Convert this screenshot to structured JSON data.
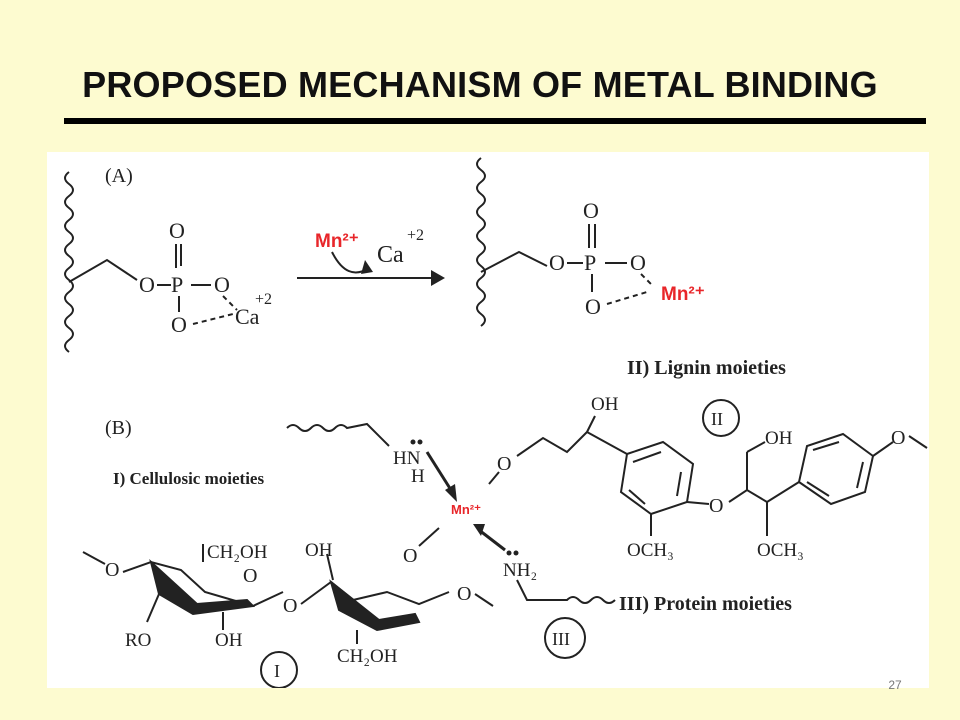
{
  "slide": {
    "title": "PROPOSED MECHANISM OF METAL BINDING",
    "page_number": "27"
  },
  "colors": {
    "background": "#fdfbd0",
    "panel": "#ffffff",
    "ink": "#222222",
    "metal_label": "#e8262a"
  },
  "panel_a": {
    "tag": "(A)",
    "ion_in": "Mn²⁺",
    "ion_bound": "Mn²⁺",
    "released_ion": "Ca",
    "released_charge": "+2",
    "bound_ion": "Ca",
    "bound_charge": "+2",
    "atom_O": "O",
    "atom_P": "P"
  },
  "panel_b": {
    "tag": "(B)",
    "center_ion": "Mn²⁺",
    "label_cellulosic": "I) Cellulosic moieties",
    "label_lignin": "II) Lignin moieties",
    "label_protein": "III) Protein moieties",
    "roman_I": "I",
    "roman_II": "II",
    "roman_III": "III",
    "amine_N": "N",
    "amine_H": "H",
    "amine_HN": "HN",
    "amine_NH2": "NH₂",
    "ether_O": "O",
    "oh": "OH",
    "ch2oh": "CH₂OH",
    "ro": "RO",
    "och3": "OCH₃"
  }
}
